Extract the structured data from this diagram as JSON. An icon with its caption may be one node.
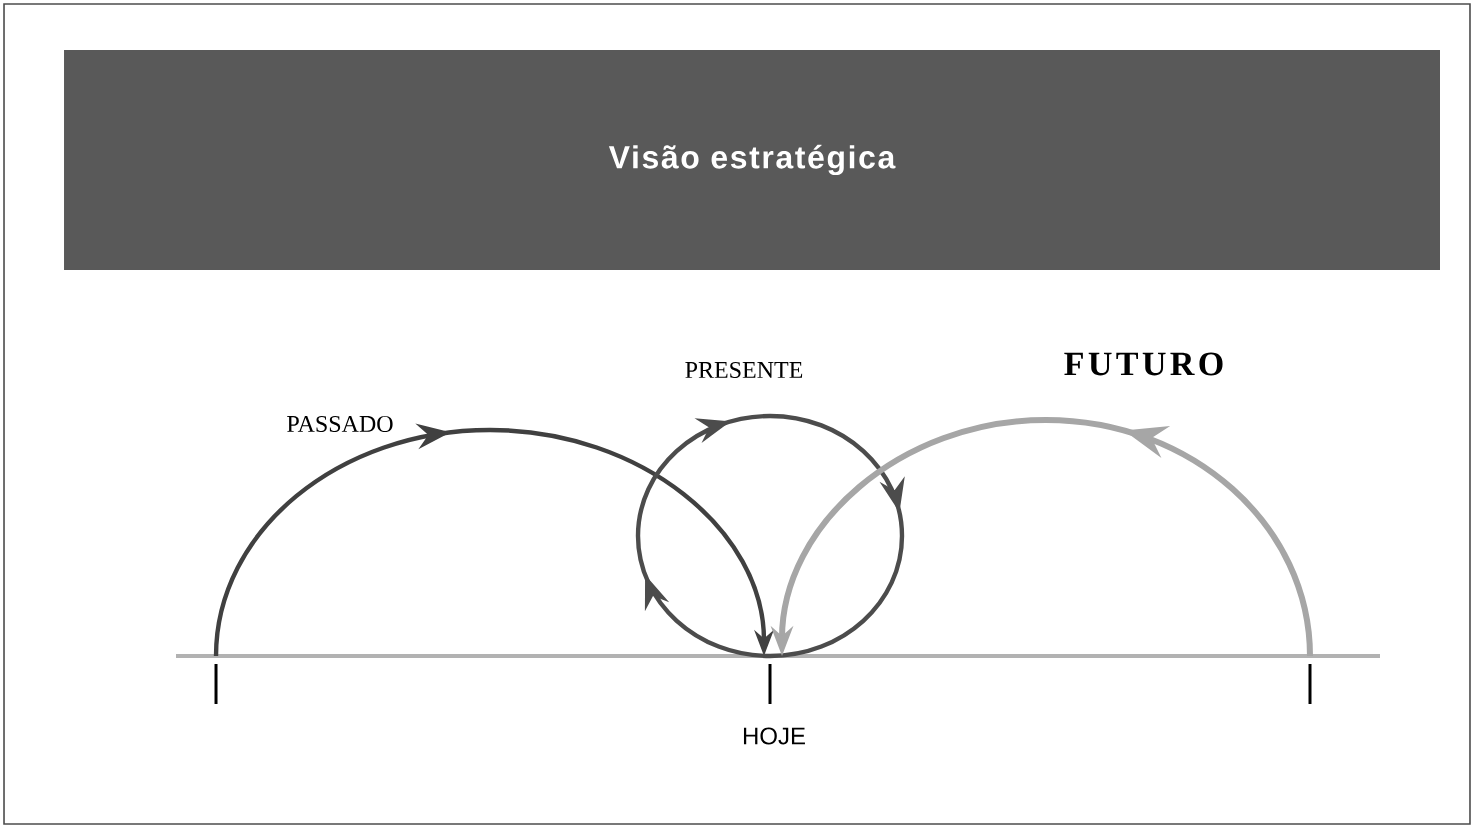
{
  "diagram": {
    "title": "Visão estratégica",
    "labels": [
      "PASSADO",
      "PRESENTE",
      "FUTURO",
      "HOJE"
    ]
  }
}
